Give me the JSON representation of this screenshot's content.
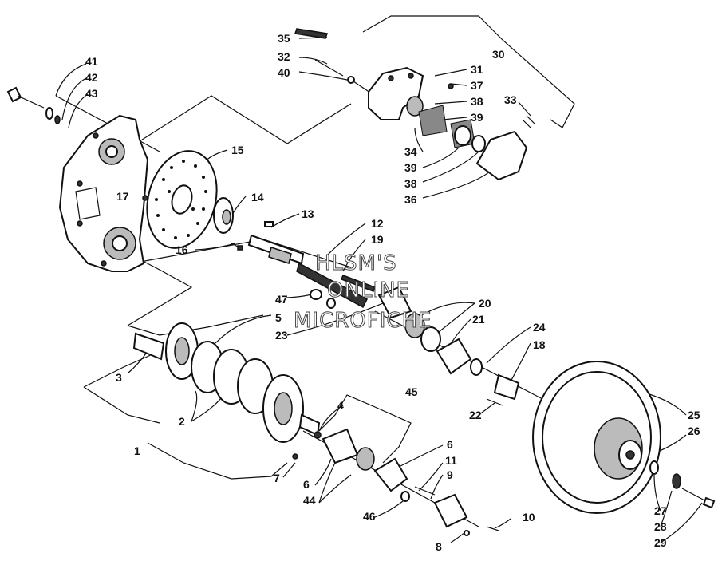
{
  "watermark": [
    "HLSM'S",
    "ONLINE",
    "MICROFICHE"
  ],
  "callouts": [
    {
      "id": "1",
      "label": "1"
    },
    {
      "id": "2",
      "label": "2"
    },
    {
      "id": "3",
      "label": "3"
    },
    {
      "id": "4",
      "label": "4"
    },
    {
      "id": "5",
      "label": "5"
    },
    {
      "id": "6a",
      "label": "6"
    },
    {
      "id": "6b",
      "label": "6"
    },
    {
      "id": "7",
      "label": "7"
    },
    {
      "id": "8",
      "label": "8"
    },
    {
      "id": "9",
      "label": "9"
    },
    {
      "id": "10",
      "label": "10"
    },
    {
      "id": "11",
      "label": "11"
    },
    {
      "id": "12",
      "label": "12"
    },
    {
      "id": "13",
      "label": "13"
    },
    {
      "id": "14",
      "label": "14"
    },
    {
      "id": "15",
      "label": "15"
    },
    {
      "id": "16",
      "label": "16"
    },
    {
      "id": "17",
      "label": "17"
    },
    {
      "id": "18",
      "label": "18"
    },
    {
      "id": "19",
      "label": "19"
    },
    {
      "id": "20",
      "label": "20"
    },
    {
      "id": "21",
      "label": "21"
    },
    {
      "id": "22",
      "label": "22"
    },
    {
      "id": "23",
      "label": "23"
    },
    {
      "id": "24",
      "label": "24"
    },
    {
      "id": "25",
      "label": "25"
    },
    {
      "id": "26",
      "label": "26"
    },
    {
      "id": "27",
      "label": "27"
    },
    {
      "id": "28",
      "label": "28"
    },
    {
      "id": "29",
      "label": "29"
    },
    {
      "id": "30",
      "label": "30"
    },
    {
      "id": "31",
      "label": "31"
    },
    {
      "id": "32",
      "label": "32"
    },
    {
      "id": "33",
      "label": "33"
    },
    {
      "id": "34",
      "label": "34"
    },
    {
      "id": "35",
      "label": "35"
    },
    {
      "id": "36",
      "label": "36"
    },
    {
      "id": "37",
      "label": "37"
    },
    {
      "id": "38a",
      "label": "38"
    },
    {
      "id": "38b",
      "label": "38"
    },
    {
      "id": "39a",
      "label": "39"
    },
    {
      "id": "39b",
      "label": "39"
    },
    {
      "id": "40",
      "label": "40"
    },
    {
      "id": "41",
      "label": "41"
    },
    {
      "id": "42",
      "label": "42"
    },
    {
      "id": "43",
      "label": "43"
    },
    {
      "id": "44",
      "label": "44"
    },
    {
      "id": "45",
      "label": "45"
    },
    {
      "id": "46",
      "label": "46"
    },
    {
      "id": "47",
      "label": "47"
    }
  ]
}
